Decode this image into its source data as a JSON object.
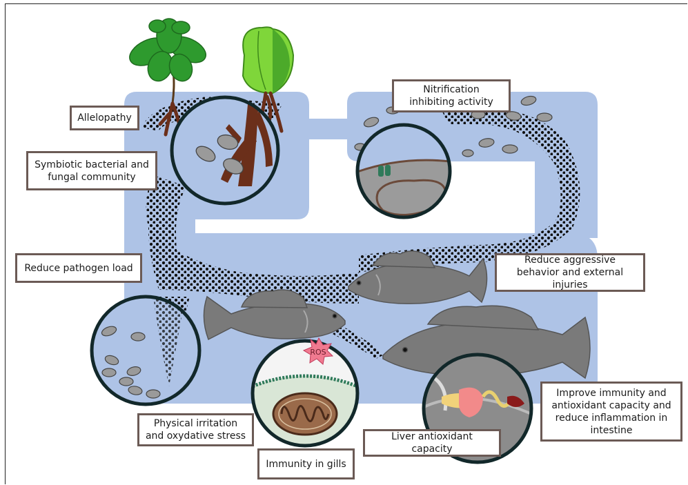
{
  "labels": {
    "allelopathy": "Allelopathy",
    "symbiotic": "Symbiotic bacterial and fungal community",
    "pathogen": "Reduce pathogen load",
    "nitrification": "Nitrification inhibiting activity",
    "aggressive": "Reduce aggressive behavior and external injuries",
    "physical": "Physical irritation and oxydative stress",
    "gills": "Immunity in gills",
    "liver": "Liver antioxidant capacity",
    "intestine": "Improve immunity and antioxidant capacity and reduce inflammation in intestine",
    "ros": "ROS"
  },
  "colors": {
    "water": "#aec3e6",
    "plant_leaf": "#2e9a2e",
    "plant_bud": "#7fd63a",
    "root": "#6b2f1a",
    "fish": "#7a7a7a",
    "particle": "#111111",
    "label_border": "#6b5a55",
    "circle_border": "#12282a"
  }
}
